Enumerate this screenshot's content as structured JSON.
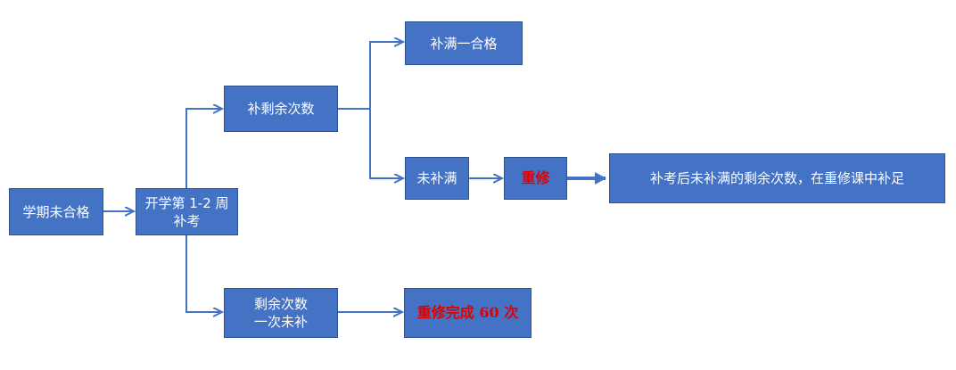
{
  "diagram": {
    "nodes": {
      "fail": {
        "lines": [
          "学期未合格"
        ]
      },
      "makeup_exam": {
        "lines": [
          "开学第 1-2 周",
          "补考"
        ]
      },
      "make_up_remaining": {
        "lines": [
          "补剩余次数"
        ]
      },
      "complete_pass": {
        "lines": [
          "补满一合格"
        ]
      },
      "not_complete": {
        "lines": [
          "未补满"
        ]
      },
      "retake": {
        "lines": [
          "重修"
        ]
      },
      "retake_note": {
        "lines": [
          "补考后未补满的剩余次数，在重修课中补足"
        ]
      },
      "none_made_up": {
        "lines": [
          "剩余次数",
          "一次未补"
        ]
      },
      "retake_60": {
        "lines": [
          "重修完成 60 次"
        ]
      }
    },
    "colors": {
      "node_fill": "#4472c4",
      "node_border": "#2f528f",
      "connector": "#4472c4",
      "node_text": "#ffffff",
      "alert_text": "#e00000"
    }
  }
}
